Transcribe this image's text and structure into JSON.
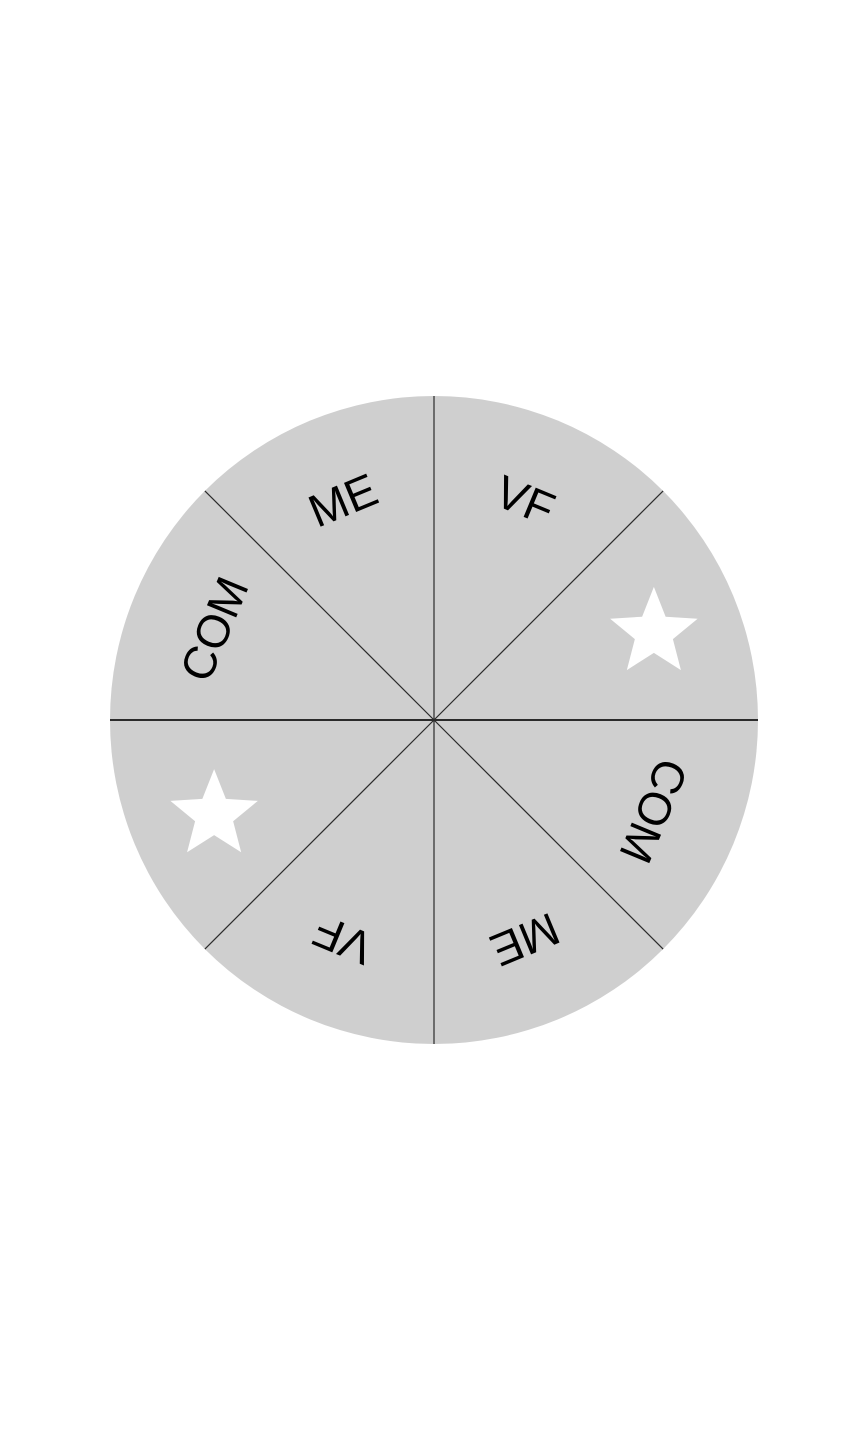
{
  "wheel": {
    "disc_color": "#cfcfcf",
    "divider_color": "#2b2b2b",
    "star_color": "#ffffff",
    "segments": [
      {
        "type": "text",
        "label": "VF"
      },
      {
        "type": "icon",
        "icon": "star-icon"
      },
      {
        "type": "text",
        "label": "COM"
      },
      {
        "type": "text",
        "label": "ME"
      },
      {
        "type": "text",
        "label": "VF"
      },
      {
        "type": "icon",
        "icon": "star-icon"
      },
      {
        "type": "text",
        "label": "COM"
      },
      {
        "type": "text",
        "label": "ME"
      }
    ]
  }
}
